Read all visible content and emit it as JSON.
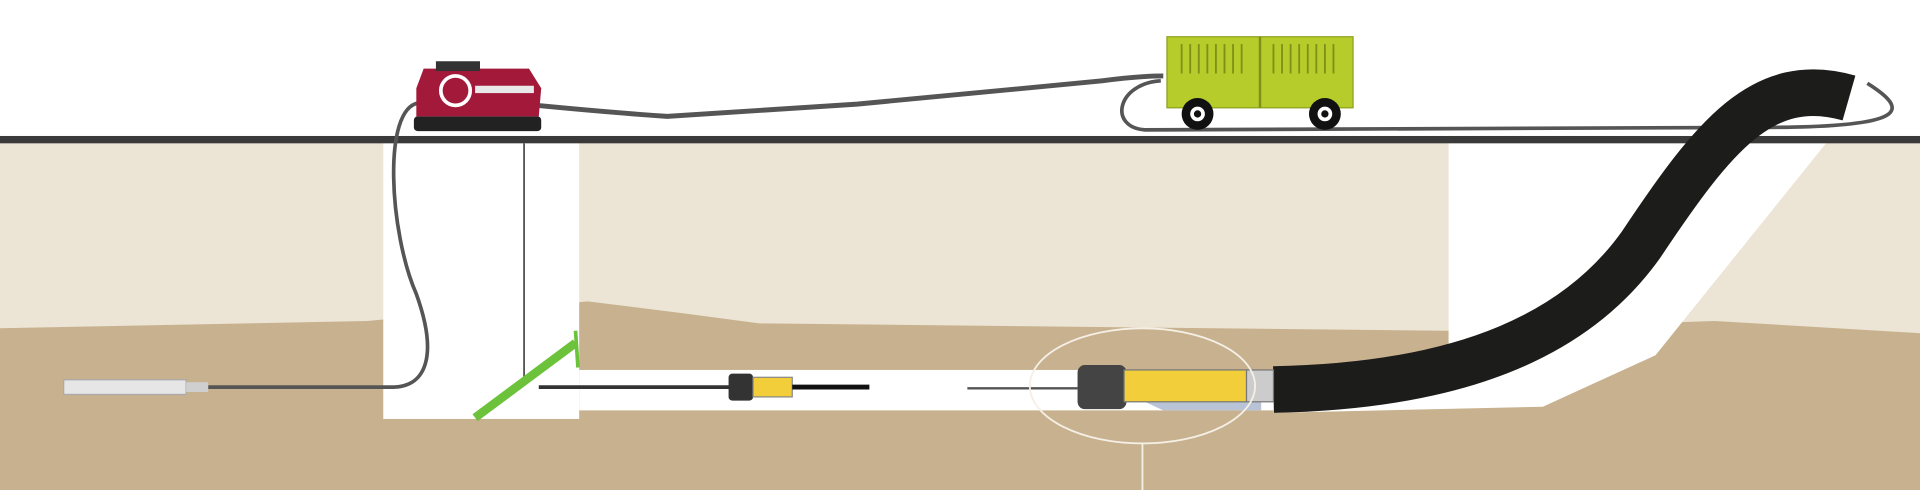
{
  "diagram": {
    "type": "pipe-bursting-installation-illustration",
    "components": [
      "winch",
      "compressor",
      "air-hose",
      "launch-pit",
      "receiving-pit",
      "bursting-head",
      "new-pipe",
      "old-pipe",
      "pulling-rod",
      "guide-stand"
    ]
  },
  "colors": {
    "sky": "#ffffff",
    "ground_line": "#3a3a3a",
    "upper_soil": "#ece4d4",
    "lower_soil": "#c8b18e",
    "pit": "#ffffff",
    "winch": "#a3193a",
    "compressor": "#b5cc2a",
    "new_pipe": "#1c1c1a",
    "stand": "#6cc23a",
    "tool_yellow": "#f2cf3a",
    "hose": "#555555"
  }
}
